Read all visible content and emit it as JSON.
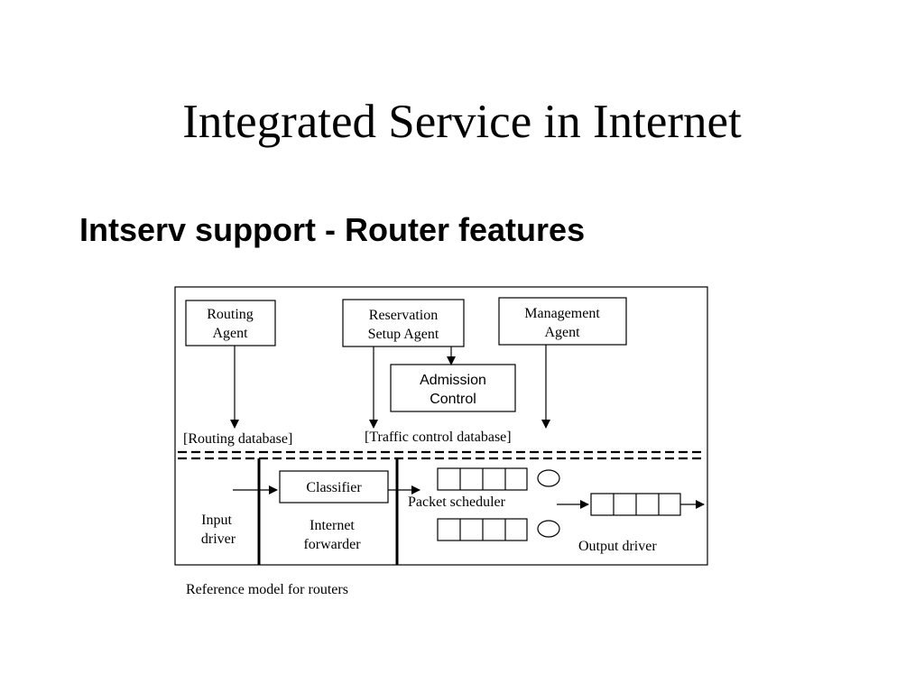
{
  "slide": {
    "title": "Integrated Service in Internet",
    "subtitle": "Intserv support - Router features"
  },
  "diagram": {
    "routing_agent": [
      "Routing",
      "Agent"
    ],
    "reservation_setup_agent": [
      "Reservation",
      "Setup Agent"
    ],
    "management_agent": [
      "Management",
      "Agent"
    ],
    "admission_control": [
      "Admission",
      "Control"
    ],
    "routing_database": "[Routing database]",
    "traffic_control_database": "[Traffic control database]",
    "classifier": "Classifier",
    "packet_scheduler": "Packet scheduler",
    "input_driver": [
      "Input",
      "driver"
    ],
    "internet_forwarder": [
      "Internet",
      "forwarder"
    ],
    "output_driver": "Output driver",
    "caption": "Reference model for routers"
  }
}
